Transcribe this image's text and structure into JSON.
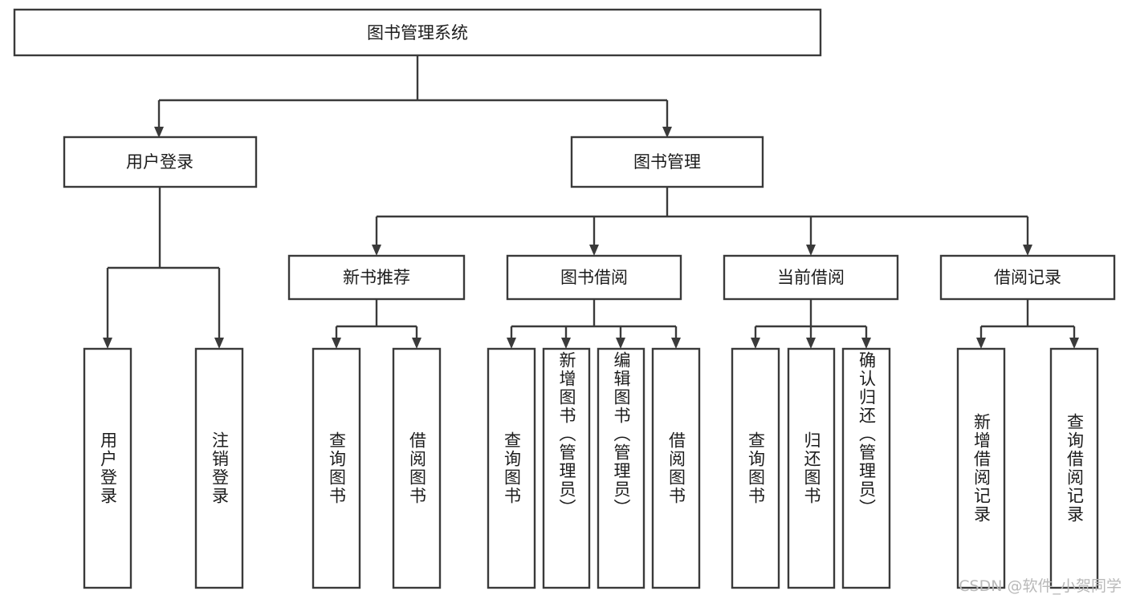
{
  "diagram": {
    "title_node": "图书管理系统",
    "watermark": "CSDN @软件_小贺同学",
    "nodes": {
      "root": "图书管理系统",
      "l2_user_login": "用户登录",
      "l2_book_manage": "图书管理",
      "l3_new_book_rec": "新书推荐",
      "l3_book_borrow": "图书借阅",
      "l3_current_borrow": "当前借阅",
      "l3_borrow_record": "借阅记录",
      "leaf_user_login": "用户登录",
      "leaf_logout_login": "注销登录",
      "leaf_query_book_1": "查询图书",
      "leaf_borrow_book_1": "借阅图书",
      "leaf_query_book_2": "查询图书",
      "leaf_add_book_admin": "新增图书（管理员）",
      "leaf_edit_book_admin": "编辑图书（管理员）",
      "leaf_borrow_book_2": "借阅图书",
      "leaf_query_book_3": "查询图书",
      "leaf_return_book": "归还图书",
      "leaf_confirm_return_admin": "确认归还（管理员）",
      "leaf_add_borrow_record": "新增借阅记录",
      "leaf_query_borrow_record": "查询借阅记录"
    },
    "colors": {
      "box_stroke": "#3a3a3a",
      "box_fill": "#ffffff",
      "text": "#1c1c1c",
      "watermark": "#b9b9b9",
      "background": "#ffffff"
    }
  },
  "chart_data": {
    "type": "diagram",
    "title": "图书管理系统",
    "layout": "top-down hierarchy tree",
    "levels": 4,
    "tree": {
      "label": "图书管理系统",
      "children": [
        {
          "label": "用户登录",
          "children": [
            {
              "label": "用户登录"
            },
            {
              "label": "注销登录"
            }
          ]
        },
        {
          "label": "图书管理",
          "children": [
            {
              "label": "新书推荐",
              "children": [
                {
                  "label": "查询图书"
                },
                {
                  "label": "借阅图书"
                }
              ]
            },
            {
              "label": "图书借阅",
              "children": [
                {
                  "label": "查询图书"
                },
                {
                  "label": "新增图书（管理员）"
                },
                {
                  "label": "编辑图书（管理员）"
                },
                {
                  "label": "借阅图书"
                }
              ]
            },
            {
              "label": "当前借阅",
              "children": [
                {
                  "label": "查询图书"
                },
                {
                  "label": "归还图书"
                },
                {
                  "label": "确认归还（管理员）"
                }
              ]
            },
            {
              "label": "借阅记录",
              "children": [
                {
                  "label": "新增借阅记录"
                },
                {
                  "label": "查询借阅记录"
                }
              ]
            }
          ]
        }
      ]
    }
  }
}
